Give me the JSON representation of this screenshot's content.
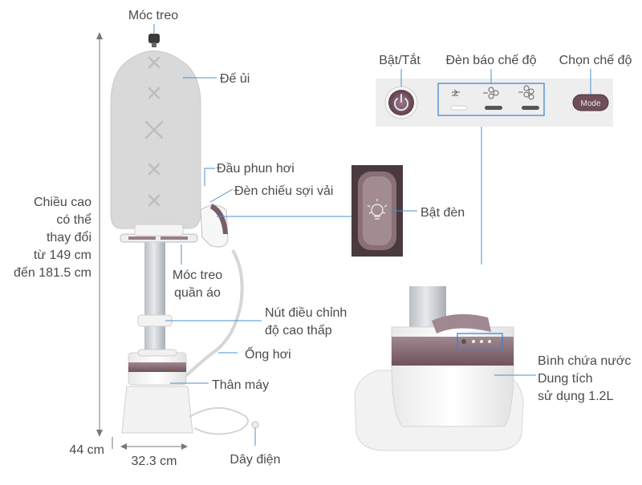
{
  "labels": {
    "hanger_hook": "Móc treo",
    "ironing_board": "Đế ủi",
    "height_adjustable": [
      "Chiều cao",
      "có thể",
      "thay đổi",
      "từ 149 cm",
      "đến 181.5 cm"
    ],
    "steam_head": "Đầu phun hơi",
    "fabric_light": "Đèn chiếu sợi vải",
    "clothes_hook": [
      "Móc treo",
      "quần áo"
    ],
    "adjust_button": [
      "Nút điều chỉnh",
      "độ cao thấp"
    ],
    "steam_hose": "Ống hơi",
    "body": "Thân máy",
    "power_cord": "Dây điện",
    "base_height": "44 cm",
    "base_width": "32.3 cm",
    "power_toggle": "Bật/Tắt",
    "mode_indicator": "Đèn báo chế độ",
    "mode_select": "Chọn chế độ",
    "light_on": "Bật đèn",
    "water_tank": [
      "Bình chứa nước",
      "Dung tích",
      "sử dụng 1.2L"
    ]
  },
  "panel": {
    "mode_button_text": "Mode"
  },
  "colors": {
    "label_text": "#4b4b4b",
    "leader_line": "#4a90c8",
    "board_cover": "#d8d8d8",
    "pole": "#c8ccd0",
    "body_white": "#f2f2f2",
    "accent_mauve": "#8a6a74",
    "panel_bg": "#eeeeee",
    "indicator_box": "#3b7fd0"
  },
  "icons": {
    "power": "power-button-icon",
    "steam_low": "steam-level-1-icon",
    "steam_mid": "steam-level-2-icon",
    "steam_high": "steam-level-3-icon",
    "bulb": "light-bulb-icon"
  }
}
